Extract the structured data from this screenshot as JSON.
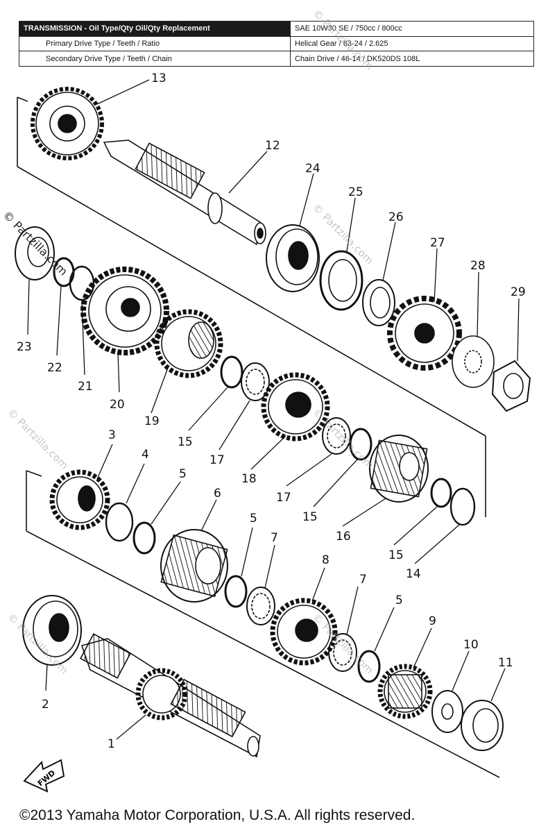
{
  "spec_table": {
    "rows": [
      {
        "label": "TRANSMISSION - Oil Type/Qty Oil/Qty Replacement",
        "value": "SAE 10W30 SE / 750cc / 800cc"
      },
      {
        "label": "Primary Drive Type / Teeth / Ratio",
        "value": "Helical Gear / 63-24 / 2.625"
      },
      {
        "label": "Secondary Drive Type / Teeth / Chain",
        "value": "Chain Drive / 46-14 / DK520DS 108L"
      }
    ]
  },
  "parts": {
    "p1": "1",
    "p2": "2",
    "p3": "3",
    "p4": "4",
    "p5a": "5",
    "p5b": "5",
    "p5c": "5",
    "p6": "6",
    "p7a": "7",
    "p7b": "7",
    "p8": "8",
    "p9": "9",
    "p10": "10",
    "p11": "11",
    "p12": "12",
    "p13": "13",
    "p14": "14",
    "p15a": "15",
    "p15b": "15",
    "p15c": "15",
    "p16": "16",
    "p17a": "17",
    "p17b": "17",
    "p18": "18",
    "p19": "19",
    "p20": "20",
    "p21": "21",
    "p22": "22",
    "p23": "23",
    "p24": "24",
    "p25": "25",
    "p26": "26",
    "p27": "27",
    "p28": "28",
    "p29": "29"
  },
  "fwd_label": "FWD",
  "watermark": "© Partzilla.com",
  "copyright": "©2013  Yamaha Motor Corporation, U.S.A. All rights reserved."
}
